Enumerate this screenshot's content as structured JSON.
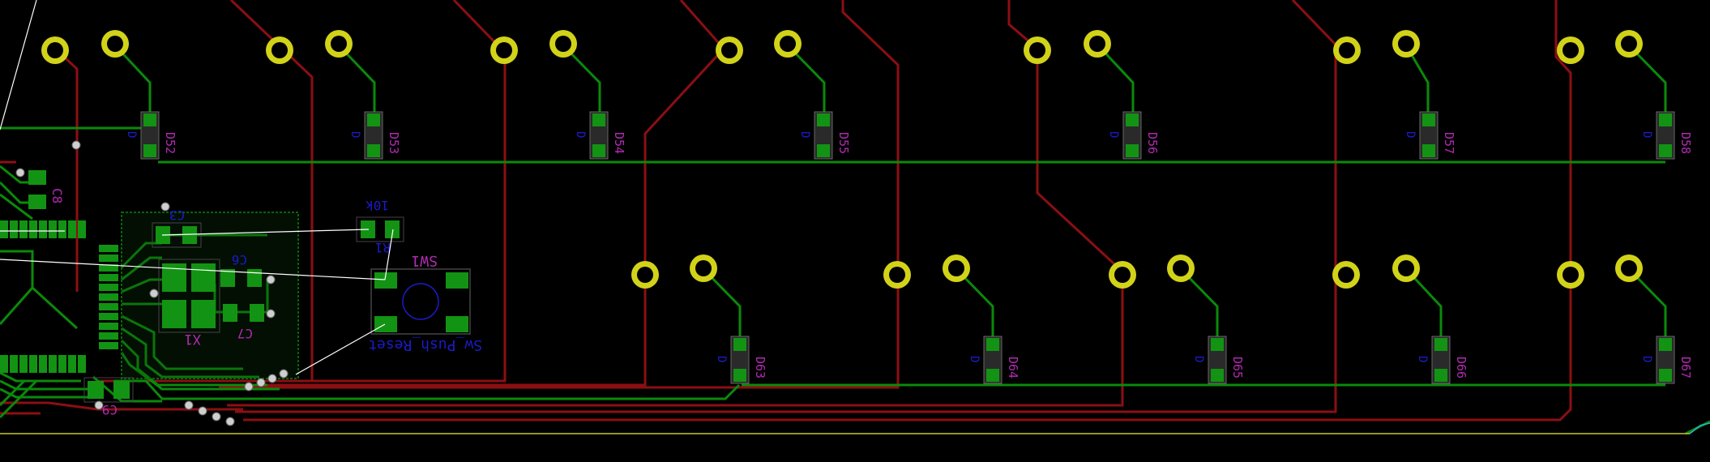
{
  "app": {
    "name": "PCB layout view"
  },
  "colors": {
    "background": "#000000",
    "front_copper": "#0a8a0a",
    "back_copper": "#8b0f13",
    "pad_fill": "#139313",
    "via": "#d2d219",
    "silk_text": "#b02ab0",
    "fab_text": "#1b1bc8",
    "ratsnest": "#ffffff",
    "edge_cuts": "#c8c832"
  },
  "board": {
    "diode_labels_top": [
      "D52",
      "D53",
      "D54",
      "D55",
      "D56",
      "D57",
      "D58"
    ],
    "diode_labels_bottom": [
      "D63",
      "D64",
      "D65",
      "D66",
      "D67"
    ],
    "diode_value": "D",
    "switch": {
      "reference": "SW1",
      "value": "Sw_Push_Reset"
    },
    "resistor": {
      "reference": "R1",
      "value": "10k"
    },
    "crystal": {
      "reference": "X1"
    },
    "capacitors": [
      "C3",
      "C6",
      "C7",
      "C8",
      "C9"
    ]
  }
}
